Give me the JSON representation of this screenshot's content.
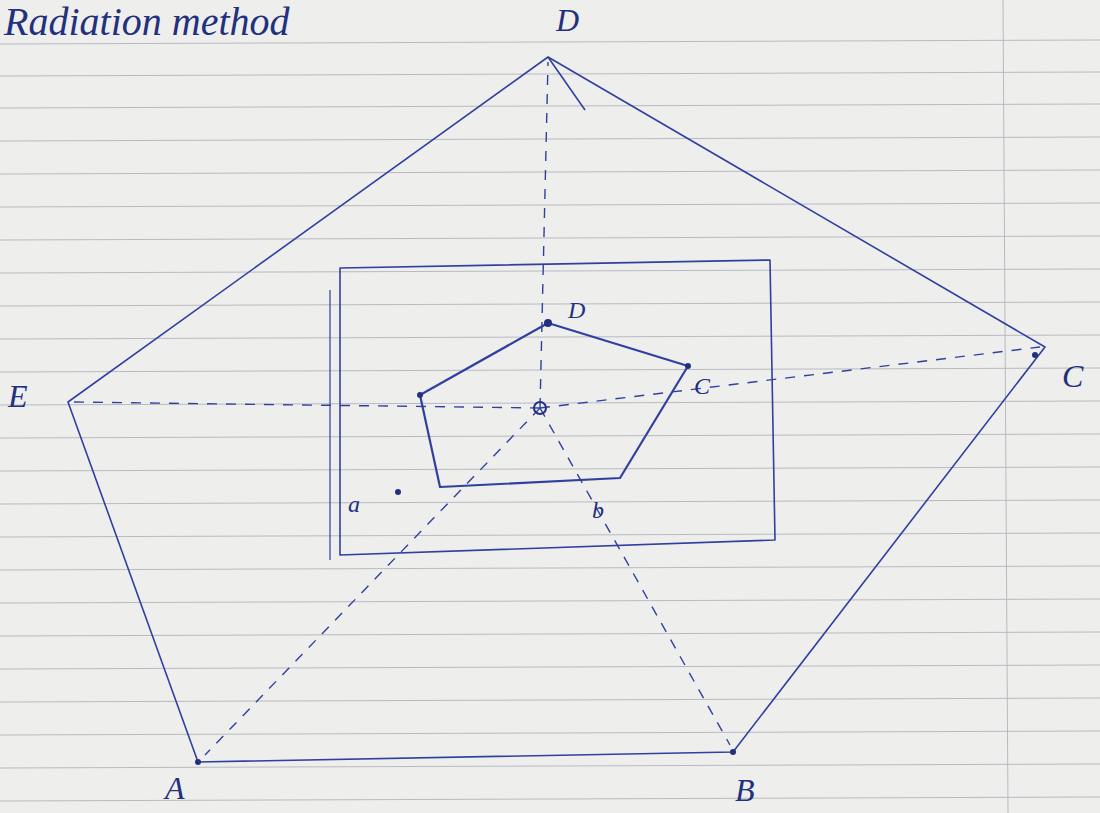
{
  "diagram": {
    "title": "Radiation method",
    "labels": [
      "D",
      "E",
      "C",
      "A",
      "B",
      "D",
      "C",
      "a",
      "b"
    ]
  }
}
